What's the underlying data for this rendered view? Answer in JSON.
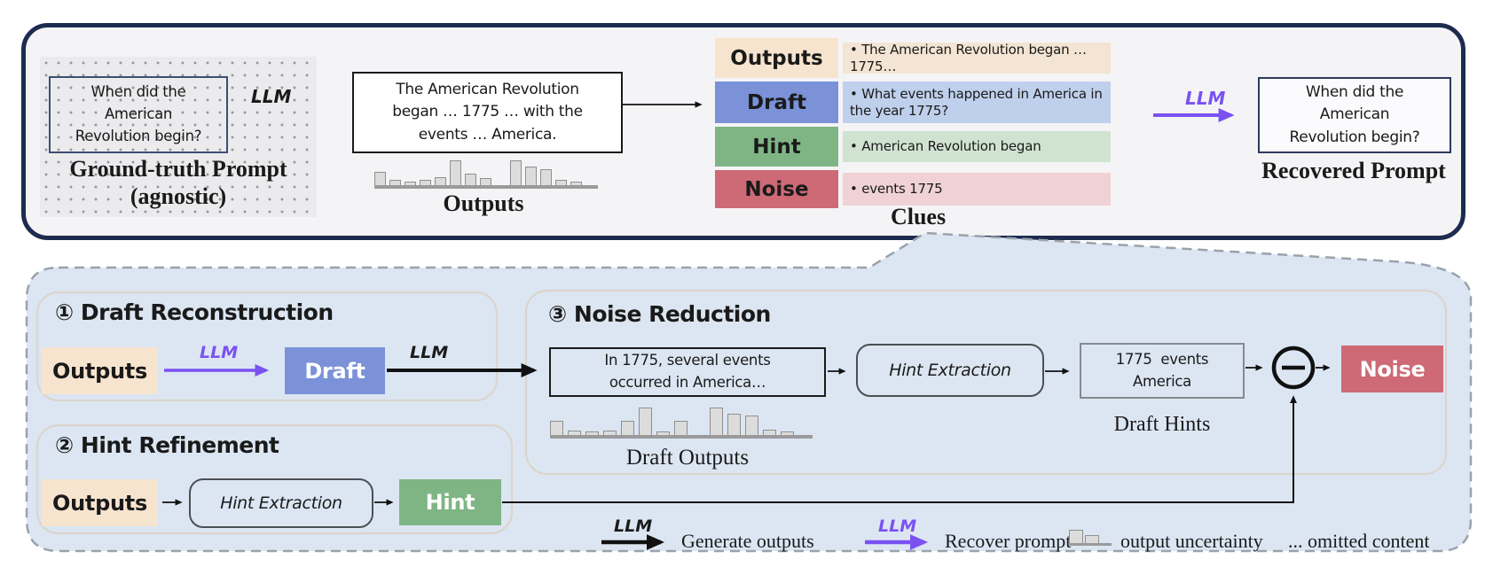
{
  "colors": {
    "panel_border_navy": "#1d2b4f",
    "top_panel_bg": "#f4f4f6",
    "bottom_panel_bg": "#dce6f3",
    "accent_purple": "#7a52f2",
    "outputs_peach": "#f7e4cf",
    "outputs_row_bg": "#f3e4d3",
    "draft_blue": "#7b92d8",
    "draft_row_bg": "#bfd0ec",
    "hint_green": "#7fb585",
    "hint_row_bg": "#d0e3d1",
    "noise_red": "#cd6a76",
    "noise_row_bg": "#f0d2d5",
    "uncertainty_bar_fill": "#dcdcdc",
    "uncertainty_bar_stroke": "#8f8f8f"
  },
  "top": {
    "ground_truth_box": "When did the\nAmerican\nRevolution begin?",
    "ground_truth_label1": "Ground-truth Prompt",
    "ground_truth_label2": "(agnostic)",
    "llm_generate": "LLM",
    "outputs_box": "The American Revolution\nbegan … 1775 … with the\nevents … America.",
    "outputs_label": "Outputs",
    "clues_label": "Clues",
    "clues_rows": [
      {
        "label": "Outputs",
        "content": "• The American Revolution began … 1775…"
      },
      {
        "label": "Draft",
        "content": "• What events happened in America in the year 1775?"
      },
      {
        "label": "Hint",
        "content": "• American Revolution began"
      },
      {
        "label": "Noise",
        "content": "• events 1775"
      }
    ],
    "llm_recover": "LLM",
    "recovered_box": "When did the\nAmerican\nRevolution begin?",
    "recovered_label": "Recovered Prompt"
  },
  "bottom": {
    "s1_num": "①",
    "s1_title": "Draft Reconstruction",
    "s1_outputs": "Outputs",
    "s1_llm": "LLM",
    "s1_draft": "Draft",
    "s1_llm2": "LLM",
    "s2_num": "②",
    "s2_title": "Hint Refinement",
    "s2_outputs": "Outputs",
    "s2_extraction": "Hint Extraction",
    "s2_hint": "Hint",
    "s3_num": "③",
    "s3_title": "Noise Reduction",
    "s3_box": "In 1775, several events\noccurred in America…",
    "s3_outputs_label": "Draft Outputs",
    "s3_extraction": "Hint Extraction",
    "s3_hints_box": "1775  events\nAmerica",
    "s3_hints_label": "Draft Hints",
    "s3_noise": "Noise"
  },
  "legend": {
    "llm_black": "LLM",
    "generate": "Generate outputs",
    "llm_purple": "LLM",
    "recover": "Recover prompt",
    "uncertainty": "output uncertainty",
    "omitted": "... omitted content"
  },
  "charts": {
    "outputs_uncertainty": {
      "type": "bar",
      "values": [
        0.52,
        0.2,
        0.16,
        0.2,
        0.32,
        1.0,
        0.46,
        0.27,
        0,
        1.0,
        0.74,
        0.66,
        0.2,
        0.16
      ]
    },
    "draft_outputs_uncertainty": {
      "type": "bar",
      "values": [
        0.5,
        0.15,
        0.12,
        0.15,
        0.5,
        1.0,
        0.14,
        0.52,
        0,
        1.0,
        0.76,
        0.7,
        0.18,
        0.13
      ]
    },
    "legend_uncertainty_icon": {
      "type": "bar",
      "values": [
        1.0,
        0.62
      ]
    }
  }
}
